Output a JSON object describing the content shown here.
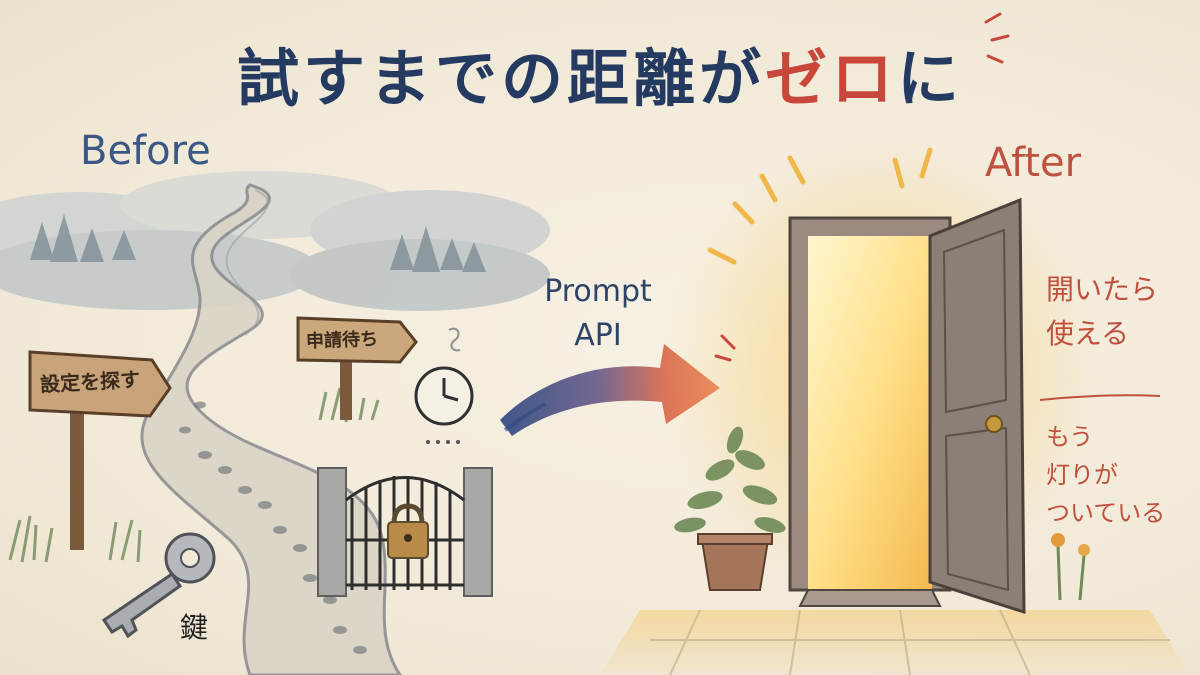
{
  "title": {
    "main": "試すまでの距離が",
    "highlight": "ゼロ",
    "suffix": "に"
  },
  "before": {
    "label": "Before",
    "sign_left": "設定を探す",
    "sign_right": "申請待ち",
    "key_label": "鍵"
  },
  "middle": {
    "line1": "Prompt",
    "line2": "API"
  },
  "after": {
    "label": "After",
    "note1": [
      "開いたら",
      "使える"
    ],
    "note2": [
      "もう",
      "灯りが",
      "ついている"
    ]
  },
  "colors": {
    "title": "#243a60",
    "accent": "#c9473a",
    "before": "#3b5785",
    "after": "#bd533f"
  },
  "icons": [
    "winding-path",
    "signpost-icon",
    "clock-icon",
    "locked-gate-icon",
    "padlock-icon",
    "key-icon",
    "arrow-icon",
    "open-door-icon",
    "plant-pot-icon"
  ]
}
